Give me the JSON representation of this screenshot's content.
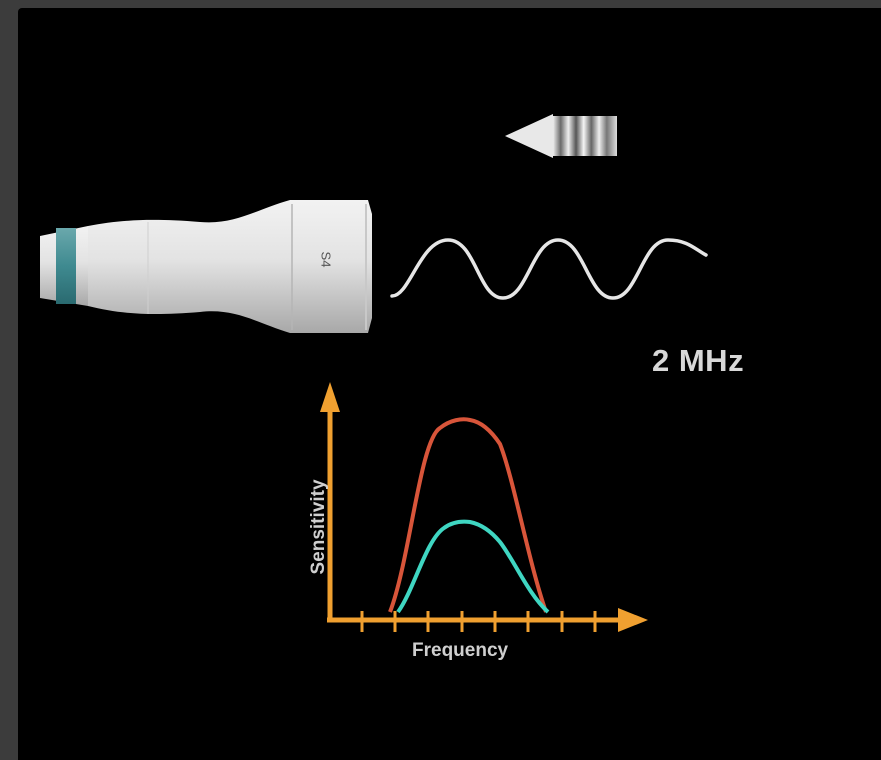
{
  "probe": {
    "model_label": "S4",
    "icon": "ultrasound-probe-icon"
  },
  "direction_icon": "left-arrow-icon",
  "wave": {
    "frequency_label": "2 MHz"
  },
  "graph": {
    "y_axis_label": "Sensitivity",
    "x_axis_label": "Frequency",
    "colors": {
      "axis": "#f0a030",
      "broad_curve": "#d8553a",
      "narrow_curve": "#3fd6c2"
    }
  }
}
